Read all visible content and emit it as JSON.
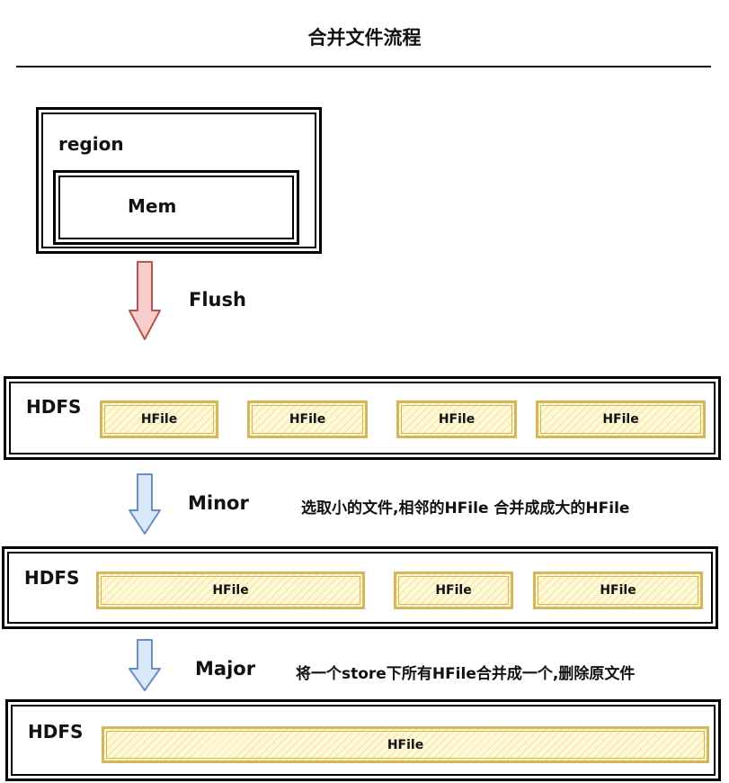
{
  "title": "合并文件流程",
  "region": {
    "label": "region",
    "mem_label": "Mem"
  },
  "steps": {
    "flush": {
      "label": "Flush",
      "color_fill": "#f8cecc",
      "color_stroke": "#b85450"
    },
    "minor": {
      "label": "Minor",
      "description": "选取小的文件,相邻的HFile 合并成成大的HFile",
      "color_fill": "#dae8fc",
      "color_stroke": "#6c8ebf"
    },
    "major": {
      "label": "Major",
      "description": "将一个store下所有HFile合并成一个,删除原文件",
      "color_fill": "#dae8fc",
      "color_stroke": "#6c8ebf"
    }
  },
  "hdfs_stages": [
    {
      "label": "HDFS",
      "files": [
        "HFile",
        "HFile",
        "HFile",
        "HFile"
      ]
    },
    {
      "label": "HDFS",
      "files": [
        "HFile",
        "HFile",
        "HFile"
      ]
    },
    {
      "label": "HDFS",
      "files": [
        "HFile"
      ]
    }
  ],
  "colors": {
    "hfile_border": "#d6b656",
    "hfile_fill": "#fff9d6"
  }
}
